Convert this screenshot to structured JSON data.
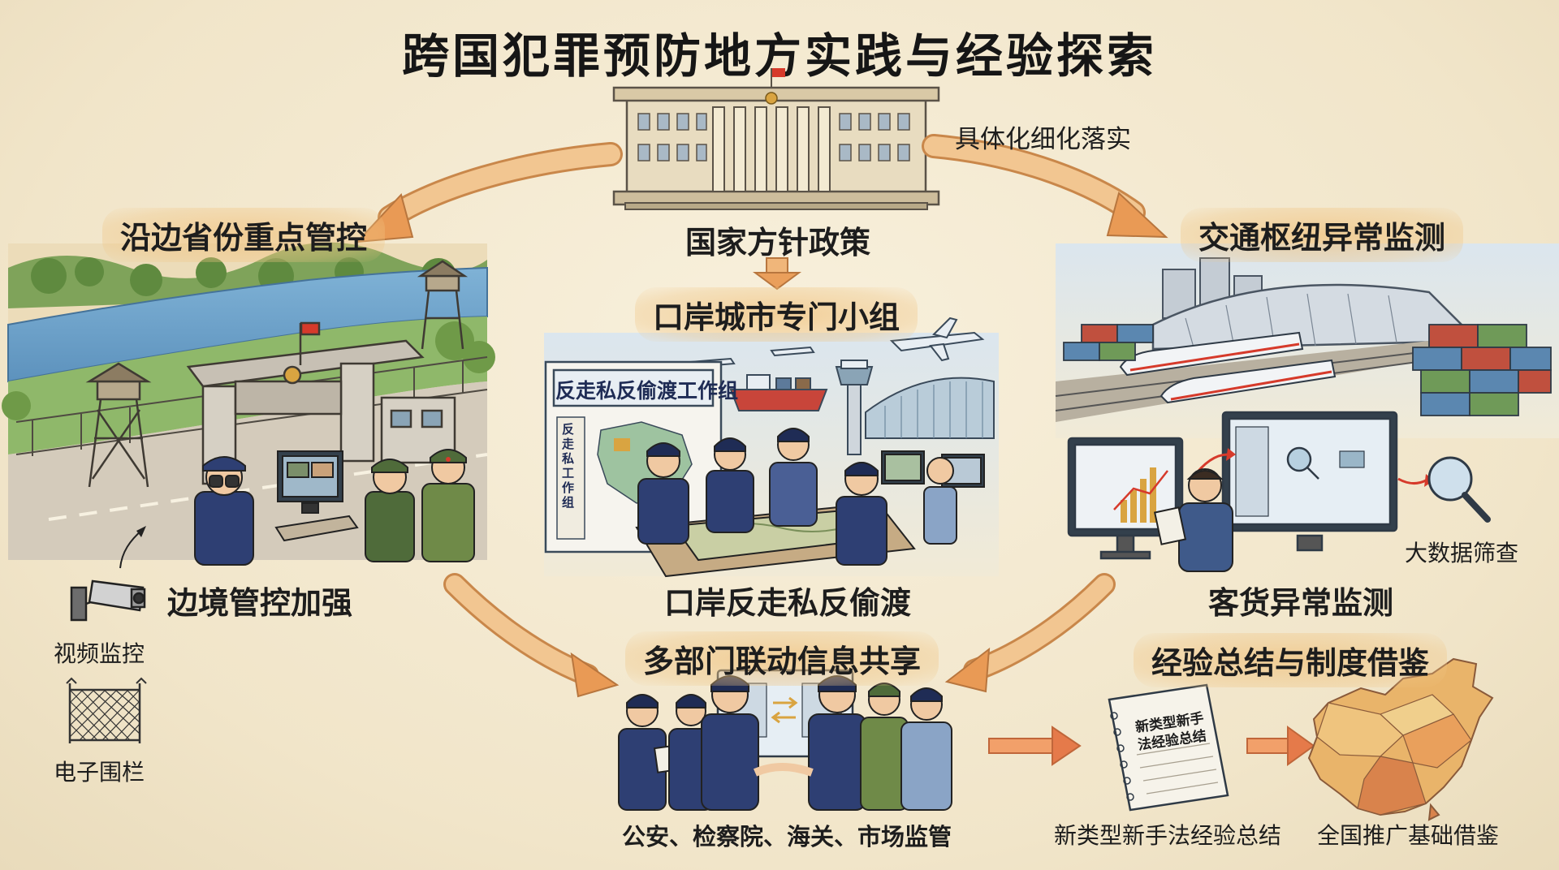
{
  "title": "跨国犯罪预防地方实践与经验探索",
  "center": {
    "national_policy": "国家方针政策",
    "detail_note": "具体化细化落实",
    "port_team_title": "口岸城市专门小组",
    "port_team_caption": "口岸反走私反偷渡",
    "board_title": "反走私反偷渡工作组",
    "board_side": "反走私工作组"
  },
  "left": {
    "title": "沿边省份重点管控",
    "caption": "边境管控加强",
    "camera_label": "视频监控",
    "fence_label": "电子围栏"
  },
  "right": {
    "title": "交通枢纽异常监测",
    "caption": "客货异常监测",
    "bigdata_label": "大数据筛查"
  },
  "bottom": {
    "share_title": "多部门联动信息共享",
    "share_caption": "公安、检察院、海关、市场监管",
    "exp_title": "经验总结与制度借鉴",
    "notebook_text": "新类型新手法经验总结",
    "summary_caption": "新类型新手法经验总结",
    "promote_caption": "全国推广基础借鉴"
  },
  "colors": {
    "arrow": "#efb878",
    "arrow_stroke": "#c9874a",
    "banner": "#f0c482",
    "uniform": "#2e3f73",
    "army": "#4f6b3a",
    "flag": "#d63a2b"
  }
}
